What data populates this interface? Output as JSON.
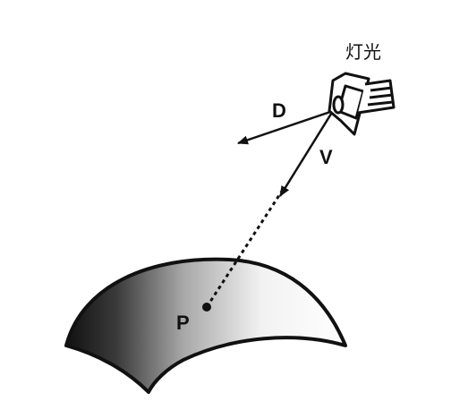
{
  "labels": {
    "light": "灯光",
    "direction": "D",
    "vector": "V",
    "point": "P"
  },
  "colors": {
    "ink": "#111111",
    "background": "#ffffff",
    "shade_dark": "#1a1a1a",
    "shade_light": "#ffffff"
  },
  "icons": {
    "light": "spotlight-icon"
  }
}
